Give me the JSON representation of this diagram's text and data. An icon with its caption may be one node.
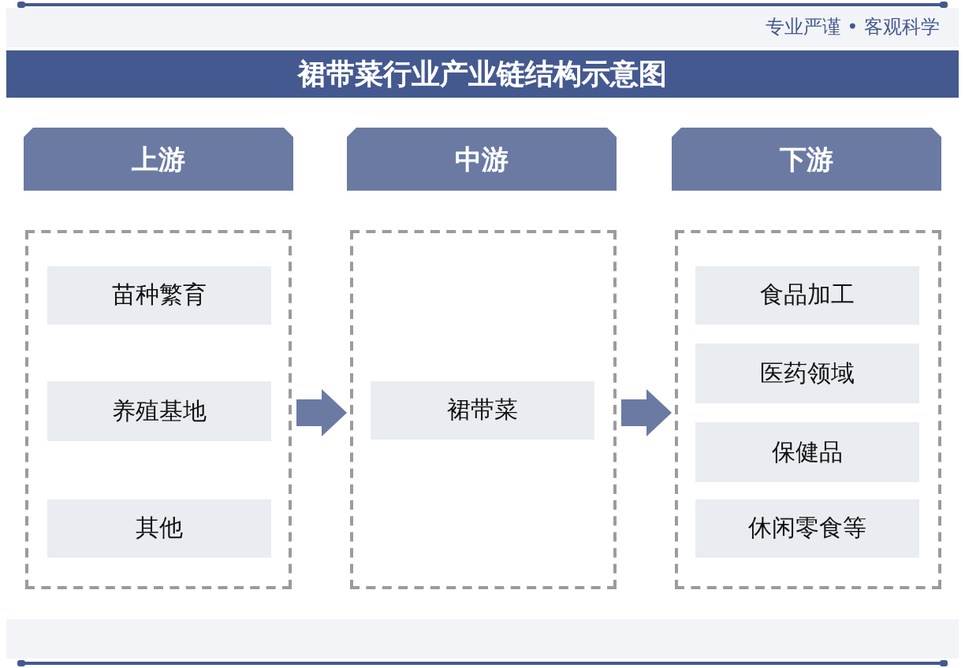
{
  "diagram": {
    "title": "裙带菜行业产业链结构示意图",
    "nodes": [
      {
        "text": [
          "上游"
        ]
      },
      {
        "text": [
          "中游"
        ]
      },
      {
        "text": [
          "下游"
        ]
      },
      {
        "text": [],
        "shape": "box"
      },
      {
        "text": [
          "苗种繁育"
        ],
        "in": 3
      },
      {
        "text": [
          "养殖基地"
        ],
        "in": 3
      },
      {
        "text": [
          "其他"
        ],
        "in": 3
      },
      {
        "text": [],
        "shape": "box"
      },
      {
        "text": [
          "裙带菜"
        ],
        "in": 7
      },
      {
        "text": [],
        "shape": "box"
      },
      {
        "text": [
          "食品加工"
        ],
        "in": 9
      },
      {
        "text": [
          "医药领域"
        ],
        "in": 9
      },
      {
        "text": [
          "保健品"
        ],
        "in": 9
      },
      {
        "text": [
          "休闲零食等"
        ],
        "in": 9
      }
    ],
    "edges": [
      {
        "from": 3,
        "to": 7,
        "arrow": "to"
      },
      {
        "from": 7,
        "to": 9,
        "arrow": "to"
      }
    ],
    "labels": [
      "专业严谨 • 客观科学"
    ]
  }
}
